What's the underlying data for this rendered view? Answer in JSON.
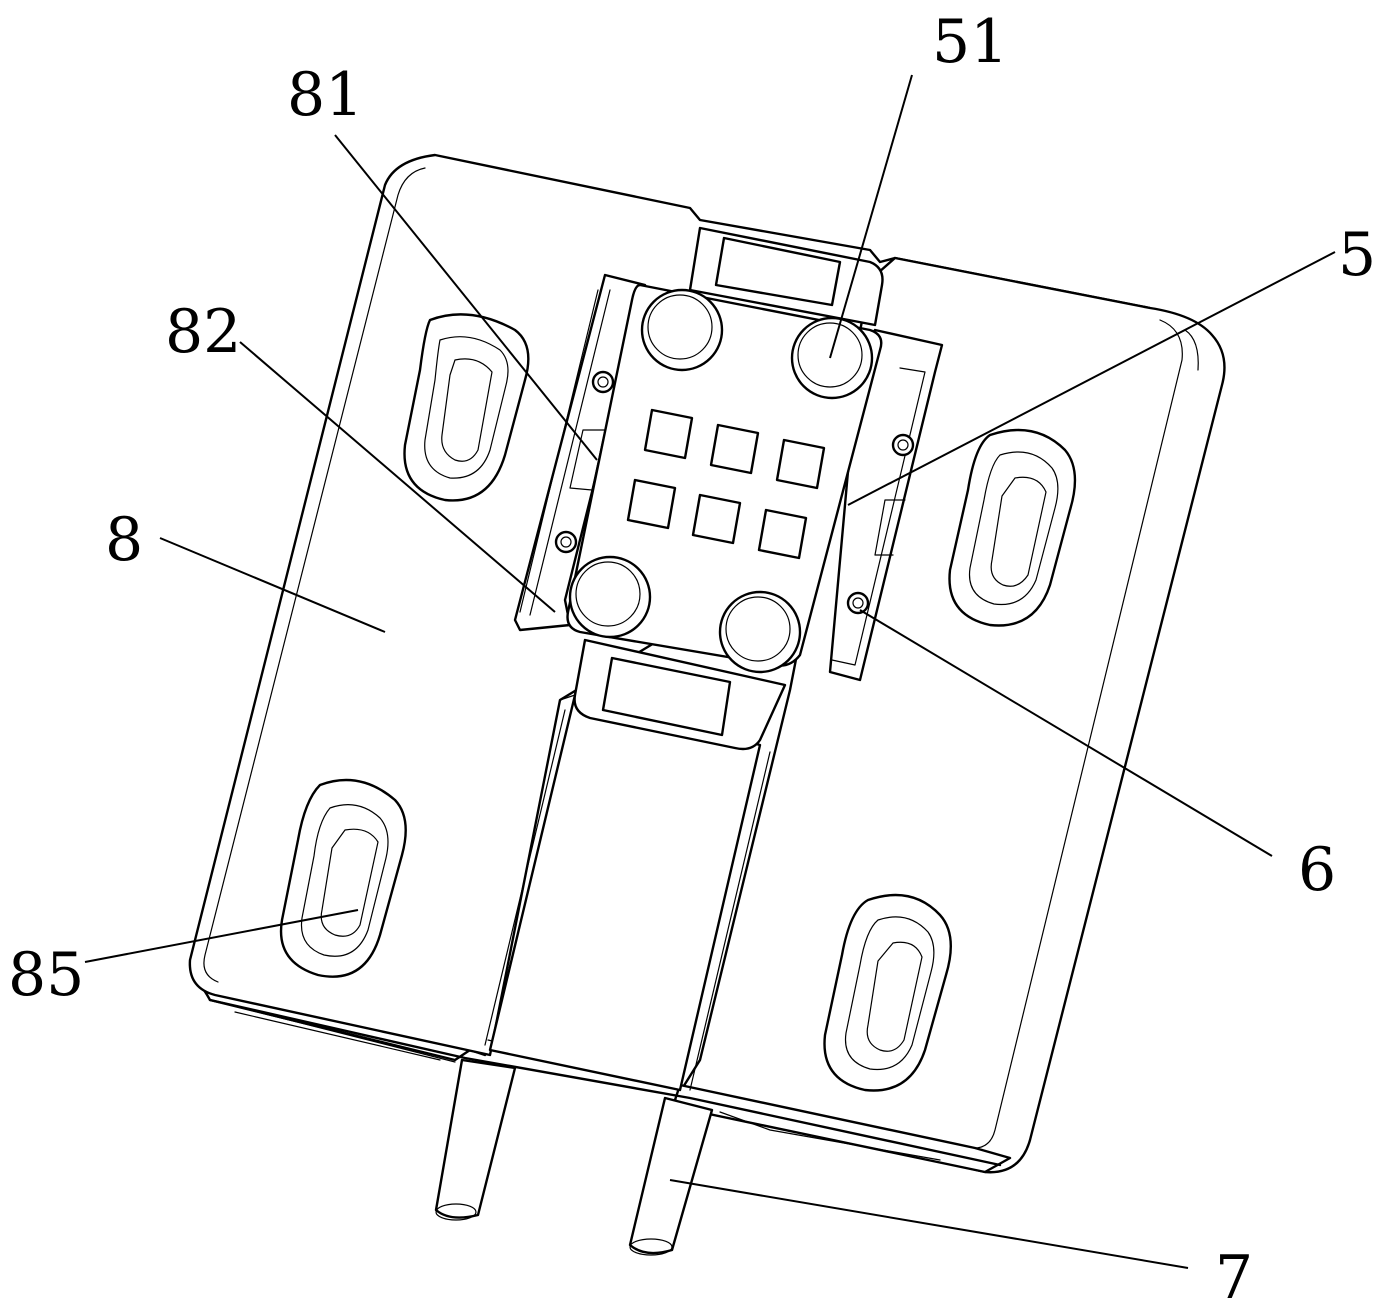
{
  "labels": {
    "l51": "51",
    "l81": "81",
    "l5": "5",
    "l82": "82",
    "l8": "8",
    "l6": "6",
    "l85": "85",
    "l7": "7"
  },
  "colors": {
    "line": "#000000",
    "background": "#ffffff"
  }
}
